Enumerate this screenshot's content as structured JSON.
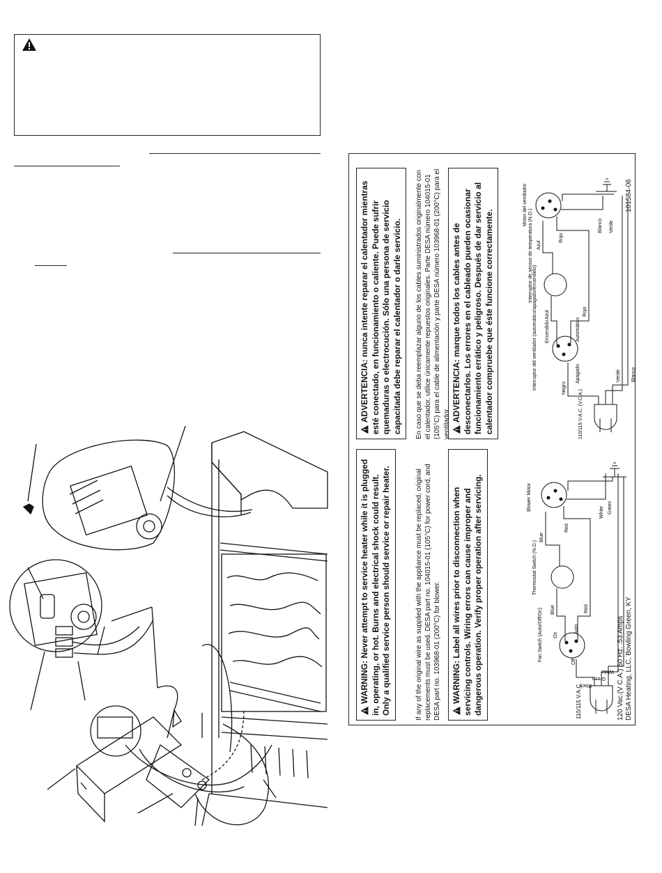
{
  "warning_box": {
    "icon": "warning-triangle-icon"
  },
  "label": {
    "english": {
      "warning1": "WARNING: Never attempt to service heater while it is plugged in, operating, or hot. Burns and electrical shock could result. Only a qualified service person should service or repair heater.",
      "replacement_text": "If any of the original wire as supplied with the appliance must be replaced, original replacements must be used. DESA part no. 104015-01 (105°C) for power cord, and DESA part no. 103968-01 (200°C) for blower.",
      "warning2": "WARNING: Label all wires prior to disconnection when servicing controls. Wiring errors can cause improper and dangerous operation. Verify proper operation after servicing.",
      "diagram": {
        "fan_switch": "Fan Switch (Auto/Off/On)",
        "on": "On",
        "off": "Off",
        "auto": "Auto",
        "thermostat": "Thermostat Switch (N.O.)",
        "blower": "Blower Motor",
        "voltage": "110/115 V.A.C.",
        "black": "Black",
        "green": "Green",
        "white": "White",
        "blue": "Blue",
        "red": "Red",
        "ratings": "120 Vac.(V C.A.) 60 Hz.    .53 Amps",
        "company": "DESA Heating, LLC, Bowling Green, KY"
      }
    },
    "spanish": {
      "warning1": "ADVERTENCIA: nunca intente reparar el calentador mientras esté conectado, en funcionamiento o caliente. Puede sufrir quemaduras o electrocución. Sólo una persona de servicio capacitada debe reparar el calentador o darle servicio.",
      "replacement_text": "En caso que se deba reemplazar alguno de los cables suministrados originalmente con el calentador, utilice únicamente repuestos originales. Parte DESA número 104015-01 (105°C) para el cable de alimentación y parte DESA número 103968-01 (200°C) para el ventilador.",
      "warning2": "ADVERTENCIA: marque todos los cables antes de desconectarlos. Los errores en el cableado pueden ocasionar funcionamiento errático y peligroso. Después de dar servicio al calentador compruebe que éste funcione correctamente.",
      "diagram": {
        "fan_switch": "Interruptor del ventilador (automático/apagado/encendido)",
        "encendido": "Encendido",
        "apagado": "Apagado",
        "automatico": "Automático",
        "thermostat": "Interruptor de sensor de temperatura (N.O.)",
        "blower": "Motor del ventilador",
        "voltage": "110/115 V.A.C. (V.C.A.)",
        "negro": "Negro",
        "verde": "Verde",
        "blanco": "Blanco",
        "azul": "Azul",
        "rojo": "Rojo"
      },
      "part_number": "101584-06"
    }
  }
}
